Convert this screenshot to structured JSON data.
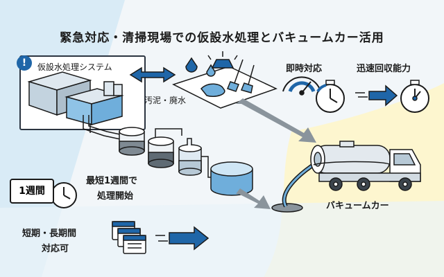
{
  "title": "緊急対応・清掃現場での仮設水処理とバキュームカー活用",
  "system": {
    "label": "仮設水処理システム",
    "badge": "!"
  },
  "sludge_label": "汚泥・廃水",
  "features": {
    "instant": "即時対応",
    "recovery": "迅速回収能力"
  },
  "week": {
    "badge": "1週間",
    "line1": "最短1週間で",
    "line2": "処理開始"
  },
  "term": {
    "line1": "短期・長期間",
    "line2": "対応可"
  },
  "vacuum_label": "バキュームカー",
  "colors": {
    "blue_dark": "#1f66a8",
    "blue_light": "#cfe6f5",
    "yellow_light": "#fdf6cf",
    "outline": "#1a1a1a"
  }
}
